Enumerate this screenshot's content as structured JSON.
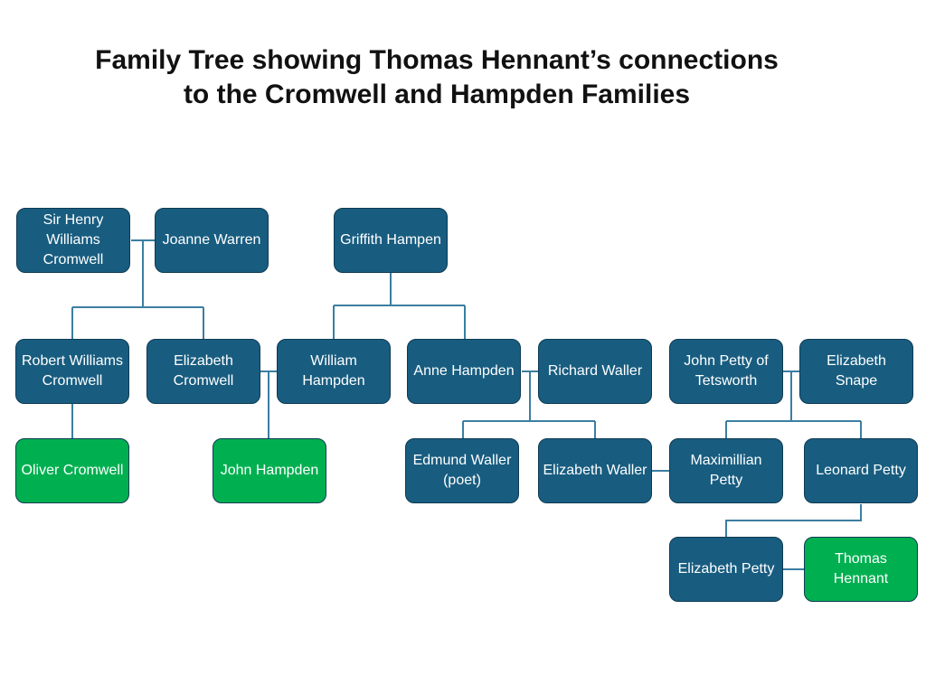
{
  "title": {
    "line1": "Family Tree showing Thomas Hennant’s connections",
    "line2": "to the Cromwell and Hampden Families"
  },
  "colors": {
    "person": "#185d80",
    "highlight": "#00b050",
    "line": "#3b7ea1"
  },
  "people": {
    "sir_henry": "Sir Henry Williams Cromwell",
    "joanne": "Joanne Warren",
    "griffith": "Griffith Hampen",
    "robert": "Robert Williams Cromwell",
    "elizabeth_cromwell": "Elizabeth Cromwell",
    "william_hampden": "William Hampden",
    "anne_hampden": "Anne Hampden",
    "richard_waller": "Richard Waller",
    "john_petty": "John Petty of Tetsworth",
    "elizabeth_snape": "Elizabeth Snape",
    "oliver": "Oliver Cromwell",
    "john_hampden": "John Hampden",
    "edmund": "Edmund Waller (poet)",
    "elizabeth_waller": "Elizabeth Waller",
    "maximillian": "Maximillian Petty",
    "leonard": "Leonard Petty",
    "elizabeth_petty": "Elizabeth Petty",
    "thomas": "Thomas Hennant"
  }
}
